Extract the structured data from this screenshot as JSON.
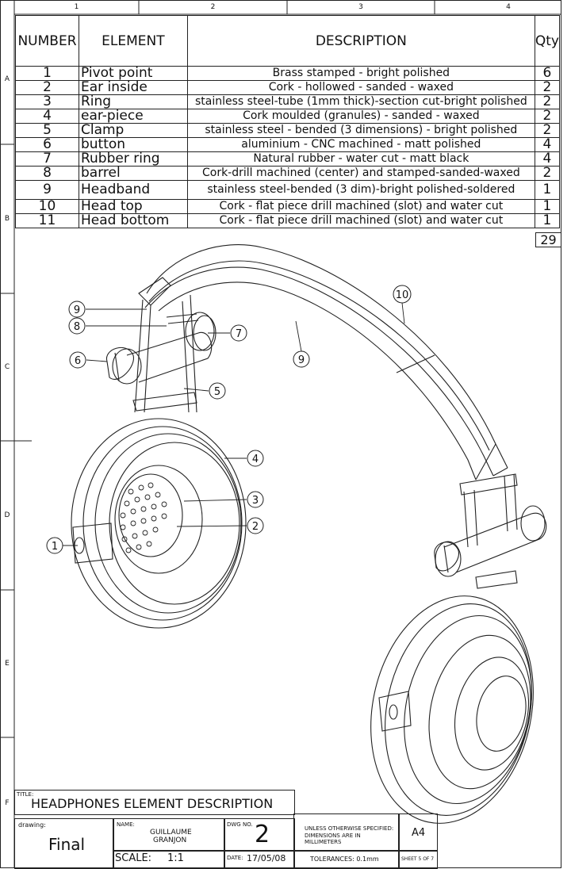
{
  "zones": {
    "top": [
      "1",
      "2",
      "3",
      "4"
    ],
    "left": [
      "A",
      "B",
      "C",
      "D",
      "E",
      "F"
    ]
  },
  "table": {
    "headers": {
      "number": "NUMBER",
      "element": "ELEMENT",
      "description": "DESCRIPTION",
      "qty": "Qty"
    },
    "rows": [
      {
        "number": "1",
        "element": "Pivot point",
        "description": "Brass stamped - bright polished",
        "qty": "6"
      },
      {
        "number": "2",
        "element": "Ear inside",
        "description": "Cork - hollowed - sanded - waxed",
        "qty": "2"
      },
      {
        "number": "3",
        "element": "Ring",
        "description": "stainless steel-tube (1mm thick)-section cut-bright polished",
        "qty": "2"
      },
      {
        "number": "4",
        "element": "ear-piece",
        "description": "Cork moulded (granules) - sanded - waxed",
        "qty": "2"
      },
      {
        "number": "5",
        "element": "Clamp",
        "description": "stainless steel - bended (3 dimensions) - bright polished",
        "qty": "2"
      },
      {
        "number": "6",
        "element": "button",
        "description": "aluminium - CNC machined - matt polished",
        "qty": "4"
      },
      {
        "number": "7",
        "element": "Rubber ring",
        "description": "Natural rubber - water cut - matt black",
        "qty": "4"
      },
      {
        "number": "8",
        "element": "barrel",
        "description": "Cork-drill machined (center) and stamped-sanded-waxed",
        "qty": "2"
      },
      {
        "number": "9",
        "element": "Headband",
        "description": "stainless steel-bended (3 dim)-bright polished-soldered",
        "qty": "1"
      },
      {
        "number": "10",
        "element": "Head top",
        "description": "Cork - flat piece drill machined (slot) and water cut",
        "qty": "1"
      },
      {
        "number": "11",
        "element": "Head bottom",
        "description": "Cork - flat piece drill machined (slot) and water cut",
        "qty": "1"
      }
    ],
    "total": "29"
  },
  "callouts": [
    "9",
    "8",
    "7",
    "6",
    "5",
    "10",
    "9",
    "4",
    "3",
    "2",
    "1"
  ],
  "titleblock": {
    "title_label": "TITLE:",
    "title": "HEADPHONES ELEMENT DESCRIPTION",
    "drawing_label": "drawing:",
    "drawing": "Final",
    "name_label": "NAME:",
    "name_line1": "GUILLAUME",
    "name_line2": "GRANJON",
    "dwg_label": "DWG NO.",
    "dwg_no": "2",
    "spec_line1": "UNLESS OTHERWISE SPECIFIED:",
    "spec_line2": "DIMENSIONS ARE IN MILLIMETERS",
    "size": "A4",
    "scale_label": "SCALE:",
    "scale": "1:1",
    "date_label": "DATE:",
    "date": "17/05/08",
    "tolerances": "TOLERANCES: 0.1mm",
    "sheet": "SHEET 5 OF 7"
  }
}
